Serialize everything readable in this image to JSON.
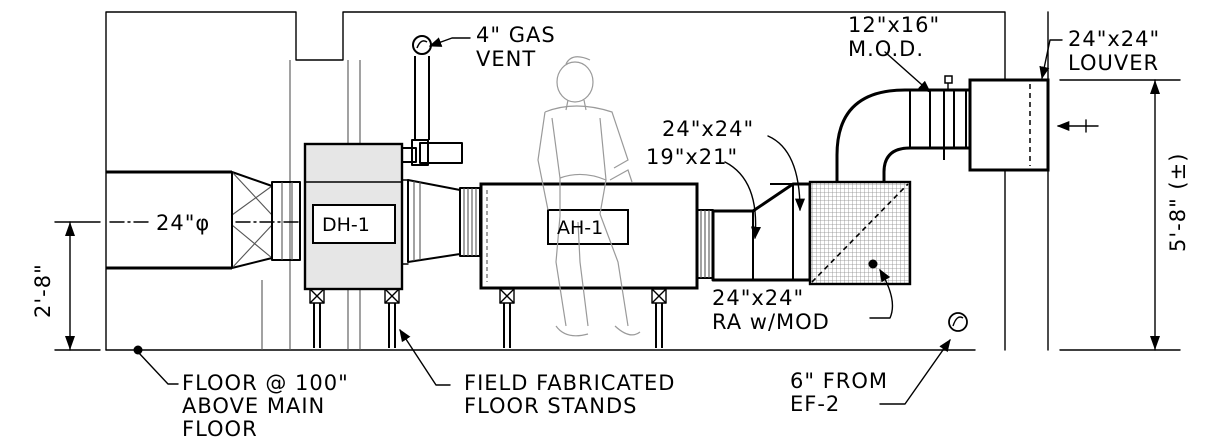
{
  "labels": {
    "gas_vent": [
      "4\" GAS",
      "VENT"
    ],
    "mod_size": [
      "12\"x16\"",
      "M.O.D."
    ],
    "louver": [
      "24\"x24\"",
      "LOUVER"
    ],
    "transition_24": "24\"x24\"",
    "transition_19": "19\"x21\"",
    "duct_dia": "24\"φ",
    "dh1": "DH-1",
    "ah1": "AH-1",
    "return_air": [
      "24\"x24\"",
      "RA w/MOD"
    ],
    "floor_note": [
      "FLOOR @ 100\"",
      "ABOVE MAIN",
      "FLOOR"
    ],
    "stands_note": [
      "FIELD FABRICATED",
      "FLOOR STANDS"
    ],
    "ef2_note": [
      "6\" FROM",
      "EF-2"
    ],
    "dim_left": "2'-8\"",
    "dim_right": "5'-8\" (±)"
  },
  "colors": {
    "line": "#000000",
    "unit_fill": "#e6e6e6",
    "person": "#a0a0a0"
  }
}
